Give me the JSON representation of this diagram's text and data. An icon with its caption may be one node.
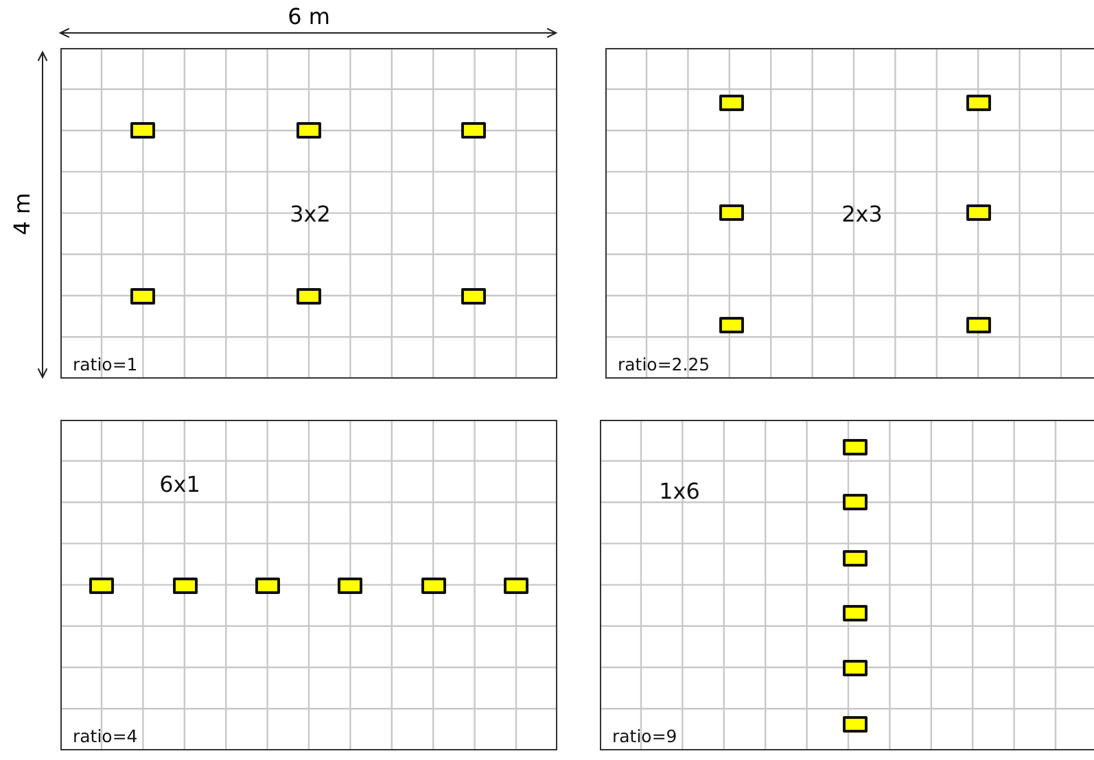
{
  "diagram": {
    "nodes": [
      {
        "text": [
          "3x2",
          "ratio=1"
        ]
      },
      {
        "text": [],
        "shape": "box",
        "in": 0
      },
      {
        "text": [],
        "shape": "box",
        "in": 0
      },
      {
        "text": [],
        "shape": "box",
        "in": 0
      },
      {
        "text": [],
        "shape": "box",
        "in": 0
      },
      {
        "text": [],
        "shape": "box",
        "in": 0
      },
      {
        "text": [],
        "shape": "box",
        "in": 0
      },
      {
        "text": [
          "2x3",
          "ratio=2.25"
        ]
      },
      {
        "text": [],
        "shape": "box",
        "in": 7
      },
      {
        "text": [],
        "shape": "box",
        "in": 7
      },
      {
        "text": [],
        "shape": "box",
        "in": 7
      },
      {
        "text": [],
        "shape": "box",
        "in": 7
      },
      {
        "text": [],
        "shape": "box",
        "in": 7
      },
      {
        "text": [],
        "shape": "box",
        "in": 7
      },
      {
        "text": [
          "6x1",
          "ratio=4"
        ]
      },
      {
        "text": [],
        "shape": "box",
        "in": 14
      },
      {
        "text": [],
        "shape": "box",
        "in": 14
      },
      {
        "text": [],
        "shape": "box",
        "in": 14
      },
      {
        "text": [],
        "shape": "box",
        "in": 14
      },
      {
        "text": [],
        "shape": "box",
        "in": 14
      },
      {
        "text": [],
        "shape": "box",
        "in": 14
      },
      {
        "text": [
          "1x6",
          "ratio=9"
        ]
      },
      {
        "text": [],
        "shape": "box",
        "in": 21
      },
      {
        "text": [],
        "shape": "box",
        "in": 21
      },
      {
        "text": [],
        "shape": "box",
        "in": 21
      },
      {
        "text": [],
        "shape": "box",
        "in": 21
      },
      {
        "text": [],
        "shape": "box",
        "in": 21
      },
      {
        "text": [],
        "shape": "box",
        "in": 21
      }
    ],
    "edges": [],
    "labels": [
      "6 m",
      "4 m"
    ]
  }
}
